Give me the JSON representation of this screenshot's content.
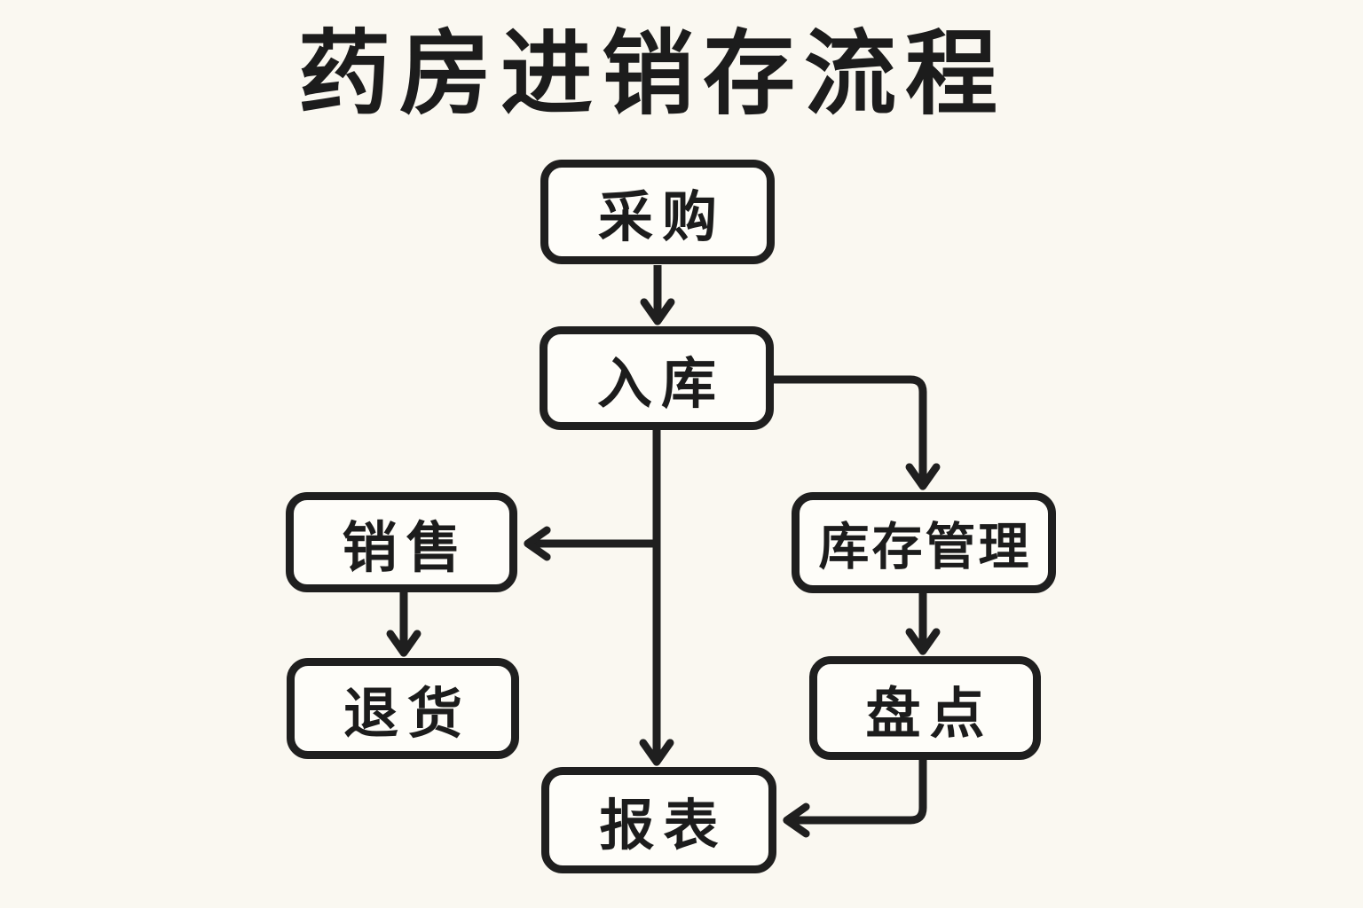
{
  "title": "药房进销存流程",
  "colors": {
    "background": "#faf8f1",
    "node_fill": "#fefdf9",
    "line": "#1f1f1f",
    "text": "#1c1c1c"
  },
  "diagram": {
    "type": "flowchart",
    "nodes": [
      {
        "id": "caigou",
        "label": "采购"
      },
      {
        "id": "ruku",
        "label": "入库"
      },
      {
        "id": "xiaoshou",
        "label": "销售"
      },
      {
        "id": "tuihuo",
        "label": "退货"
      },
      {
        "id": "kucun",
        "label": "库存管理"
      },
      {
        "id": "pandian",
        "label": "盘点"
      },
      {
        "id": "baobiao",
        "label": "报表"
      }
    ],
    "edges": [
      {
        "from": "采购",
        "to": "入库"
      },
      {
        "from": "入库",
        "to": "库存管理"
      },
      {
        "from": "入库",
        "to": "销售"
      },
      {
        "from": "入库",
        "to": "报表"
      },
      {
        "from": "销售",
        "to": "退货"
      },
      {
        "from": "库存管理",
        "to": "盘点"
      },
      {
        "from": "盘点",
        "to": "报表"
      }
    ]
  }
}
